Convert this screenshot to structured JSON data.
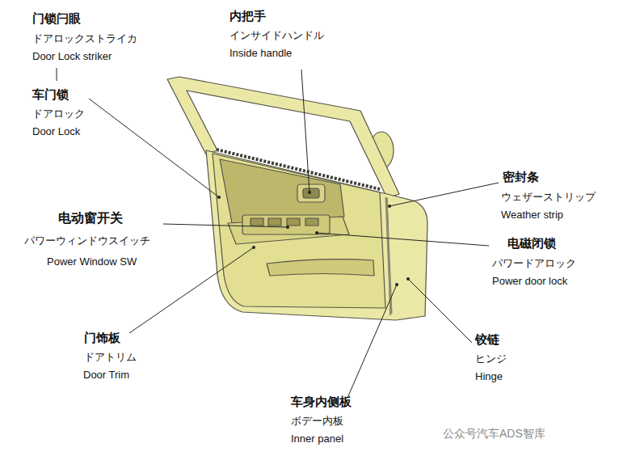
{
  "diagram": {
    "labels": [
      "门锁闩眼",
      "ドアロックストライカ",
      "Door Lock striker",
      "车门锁",
      "ドアロック",
      "Door Lock",
      "内把手",
      "インサイドハンドル",
      "Inside handle",
      "密封条",
      "ウェザーストリップ",
      "Weather strip",
      "电动窗开关",
      "パワーウィンドウスイッチ",
      "Power Window SW",
      "电磁闭锁",
      "パワードアロック",
      "Power door lock",
      "门饰板",
      "ドアトリム",
      "Door Trim",
      "铰链",
      "ヒンジ",
      "Hinge",
      "车身内侧板",
      "ボデー内板",
      "Inner panel",
      "公众号汽车ADS智库"
    ]
  }
}
